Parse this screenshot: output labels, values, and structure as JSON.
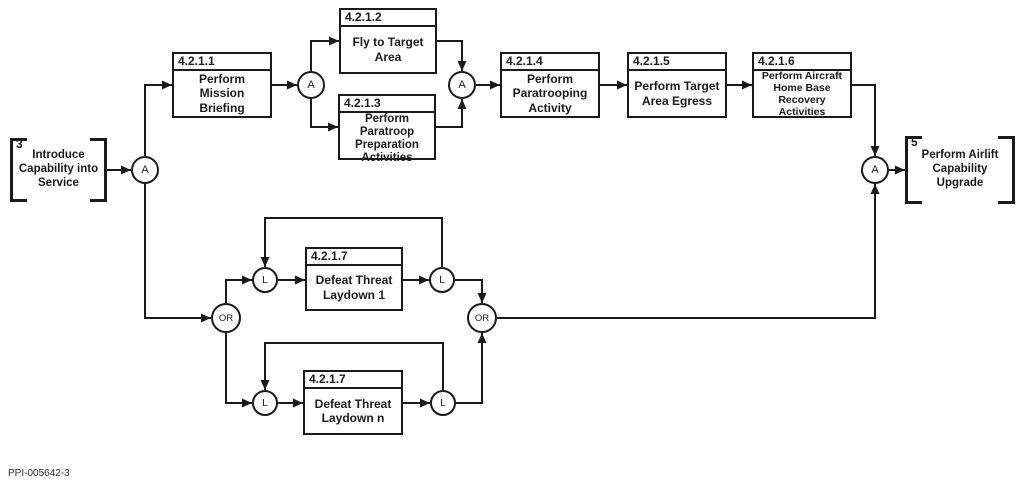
{
  "diagram": {
    "footer_label": "PPI-005642-3",
    "colors": {
      "line": "#1a1a1a",
      "background": "#ffffff"
    },
    "node_labels": {
      "and": "A",
      "or": "OR",
      "loop": "L"
    },
    "ref_blocks": [
      {
        "number": "3",
        "label": "Introduce\nCapability into\nService"
      },
      {
        "number": "5",
        "label": "Perform Airlift\nCapability\nUpgrade"
      }
    ],
    "blocks": [
      {
        "id": "4.2.1.1",
        "label": "Perform\nMission\nBriefing"
      },
      {
        "id": "4.2.1.2",
        "label": "Fly to Target\nArea"
      },
      {
        "id": "4.2.1.3",
        "label": "Perform\nParatroop\nPreparation\nActivities"
      },
      {
        "id": "4.2.1.4",
        "label": "Perform\nParatrooping\nActivity"
      },
      {
        "id": "4.2.1.5",
        "label": "Perform Target\nArea Egress"
      },
      {
        "id": "4.2.1.6",
        "label": "Perform Aircraft\nHome Base\nRecovery\nActivities"
      },
      {
        "id": "4.2.1.7",
        "label": "Defeat Threat\nLaydown 1"
      },
      {
        "id": "4.2.1.7",
        "label": "Defeat Threat\nLaydown n"
      }
    ]
  }
}
